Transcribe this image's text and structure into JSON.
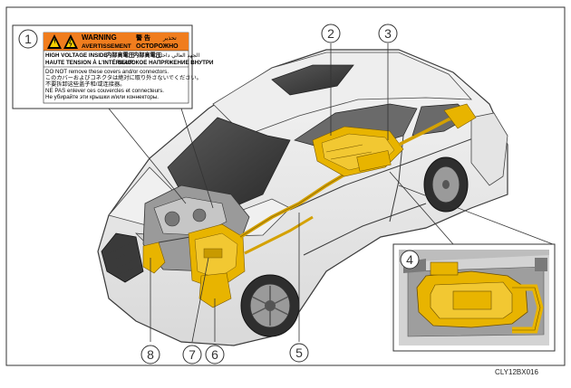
{
  "figure_code": "CLY12BX016",
  "warning_label": {
    "callout": "1",
    "warning_en": "WARNING",
    "warning_fr": "AVERTISSEMENT",
    "warning_jp": "警 告",
    "warning_ar": "تحذير",
    "warning_ru": "ОСТОРОЖНО",
    "line1_en": "HIGH VOLTAGE INSIDE",
    "line1_jp": "内部高電圧",
    "line1_zh": "内部高電圧",
    "line1_ar": "الجهد العالي داخلي",
    "line2_fr": "HAUTE TENSION À L'INTÉRIEUR",
    "line2_ru": "ВЫСОКОЕ НАПРЯЖЕНИЕ ВНУТРИ",
    "body1": "DO NOT remove these covers and/or connectors.",
    "body2": "このカバーおよびコネクタは絶対に取り外さないでください。",
    "body3": "不要拆卸这些盖子和/或连接器。",
    "body4": "NE PAS enlever ces couvercles et connecteurs.",
    "body5": "Не убирайте эти крышки и/или коннекторы."
  },
  "callouts": [
    "1",
    "2",
    "3",
    "4",
    "5",
    "6",
    "7",
    "8"
  ],
  "colors": {
    "hv_component": "#e8b400",
    "warning_orange": "#f07d1e",
    "frame": "#333333"
  }
}
